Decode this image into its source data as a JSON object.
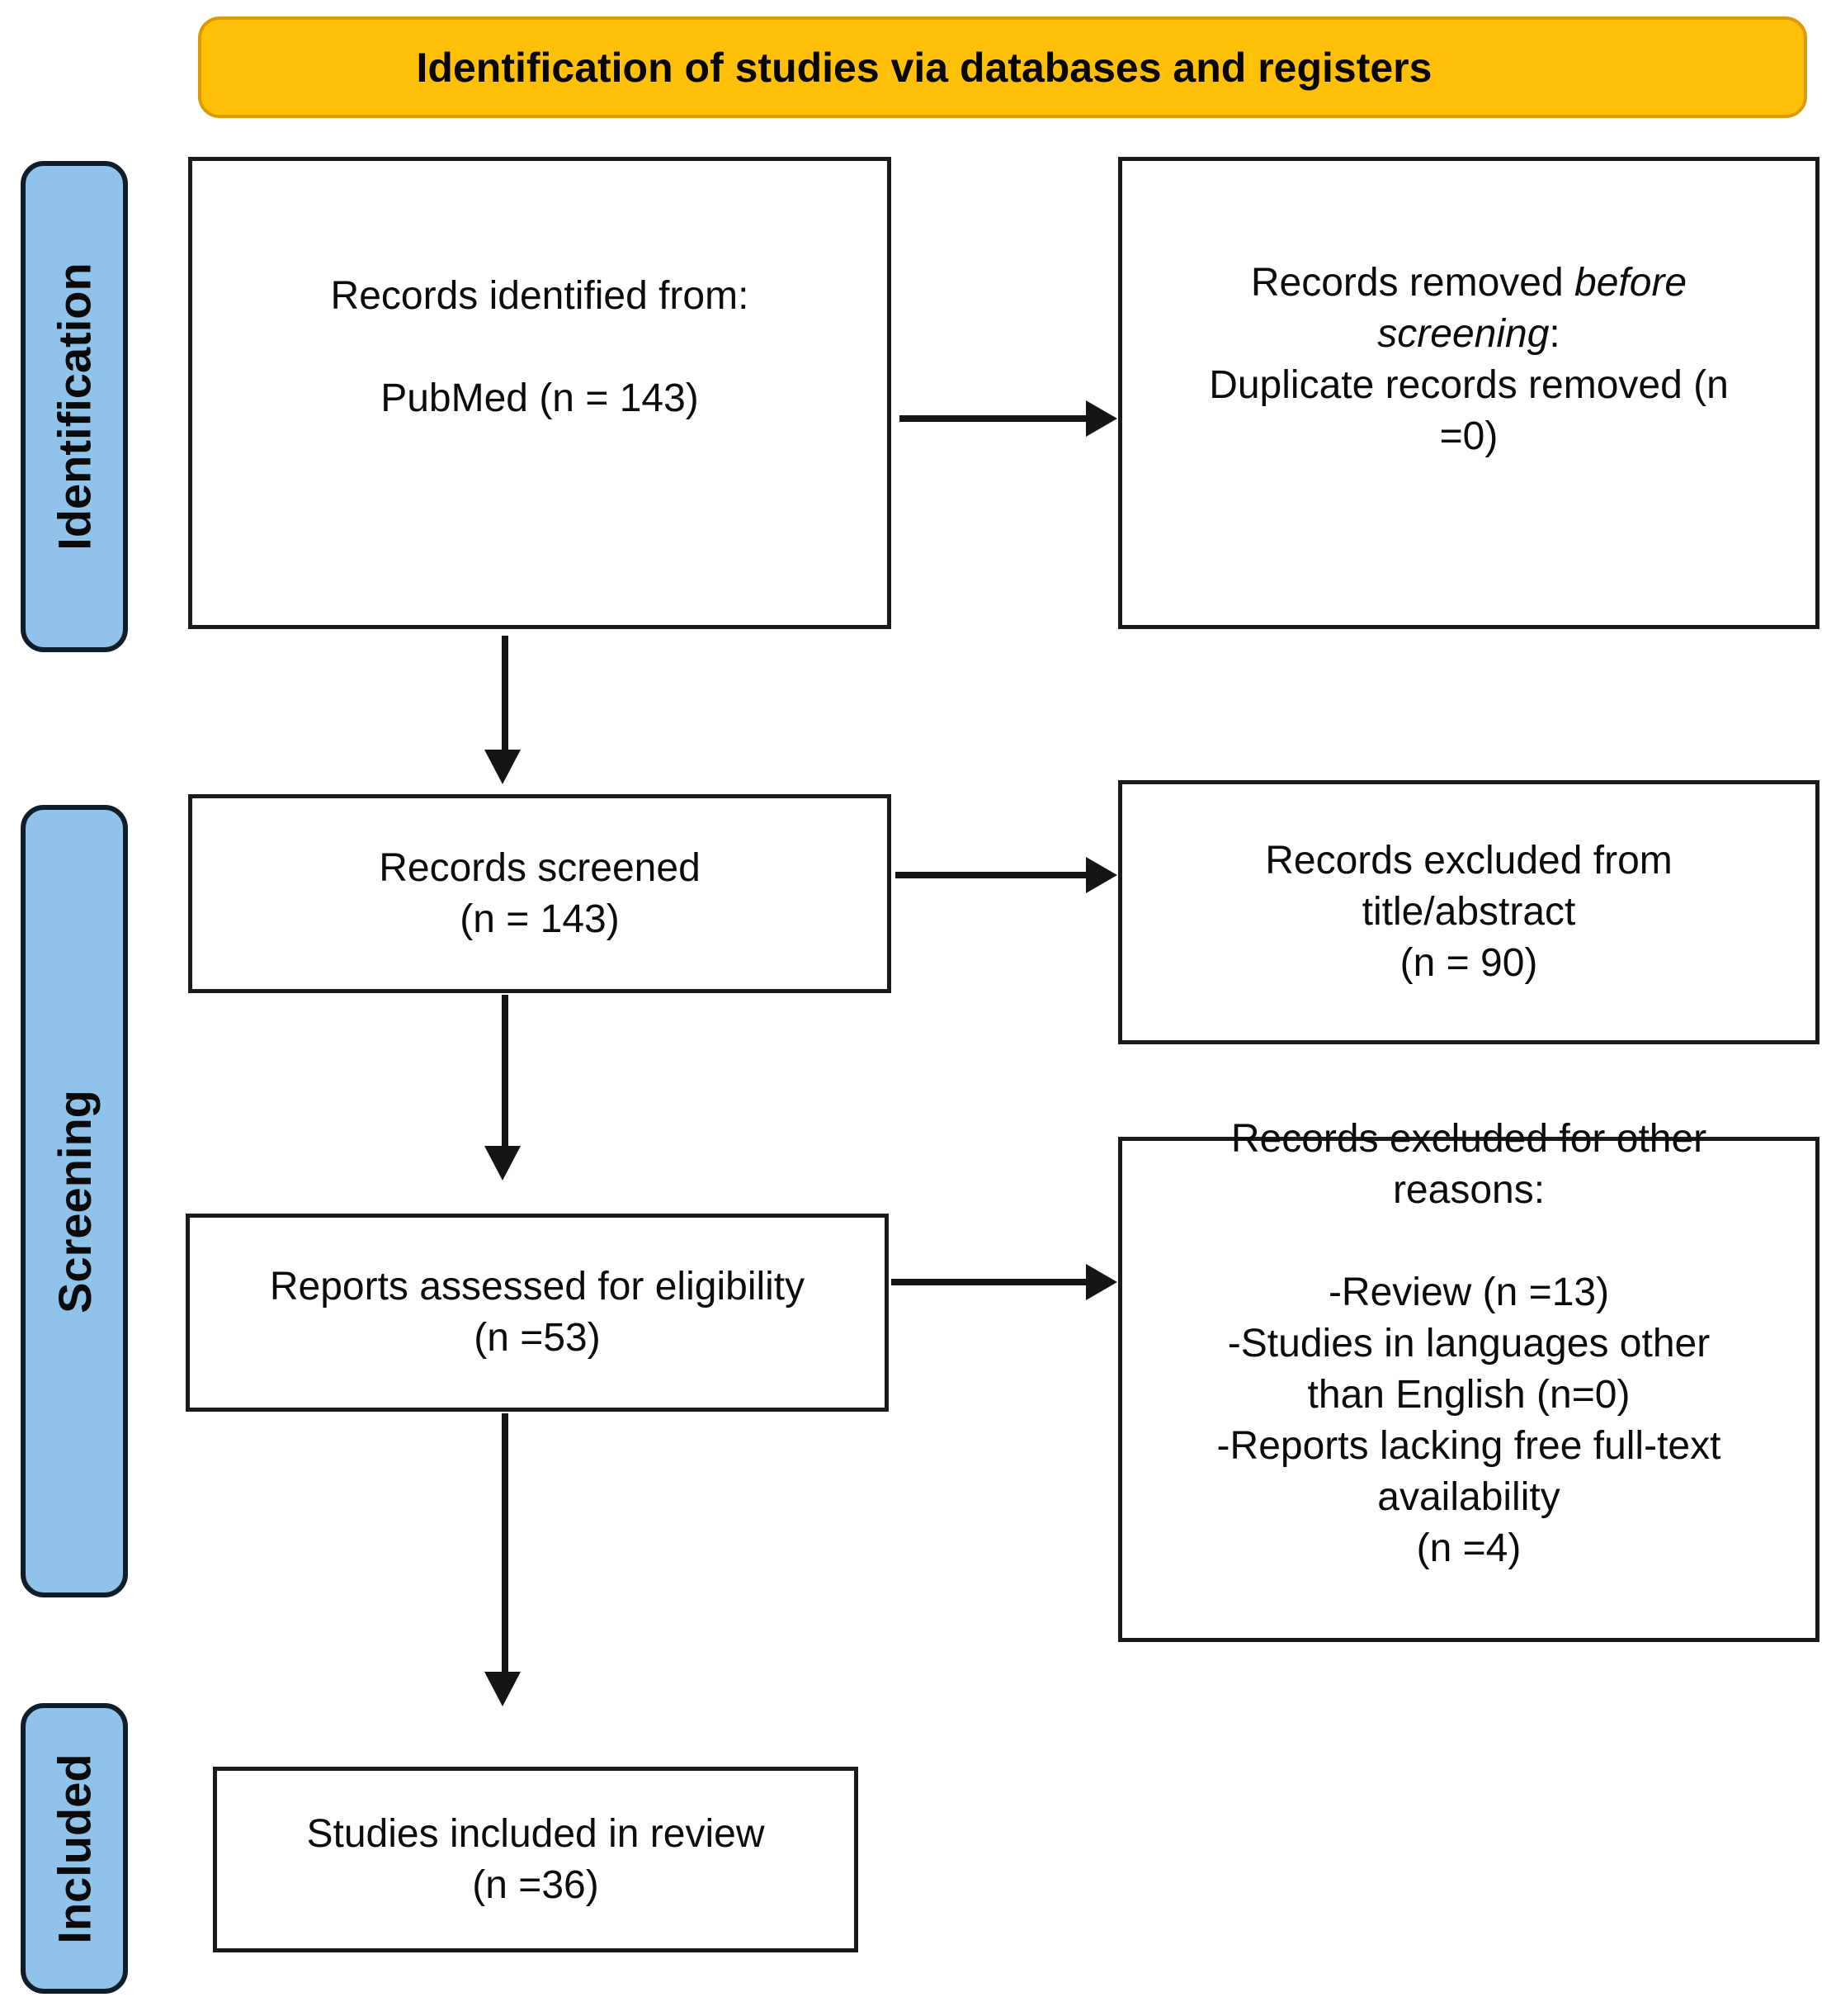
{
  "diagram": {
    "title": "Identification of studies via databases and registers",
    "stages": [
      {
        "label": "Identification"
      },
      {
        "label": "Screening"
      },
      {
        "label": "Included"
      }
    ],
    "boxes": {
      "identified": {
        "lines": [
          "Records identified from:",
          "PubMed (n = 143)"
        ]
      },
      "removed_before_screening": {
        "l1_regular": "Records removed ",
        "l1_italic": "before",
        "l2_italic": "screening",
        "l2_suffix": ":",
        "l3": "Duplicate records removed (n",
        "l4": "=0)"
      },
      "screened": {
        "lines": [
          "Records screened",
          "(n = 143)"
        ]
      },
      "excluded_title_abstract": {
        "lines": [
          "Records excluded from",
          "title/abstract",
          "(n = 90)"
        ]
      },
      "assessed": {
        "lines": [
          "Reports assessed for eligibility",
          "(n =53)"
        ]
      },
      "excluded_other": {
        "heading_lines": [
          "Records excluded for other",
          "reasons:"
        ],
        "item_lines": [
          "-Review (n =13)",
          "-Studies in languages other",
          "than English (n=0)",
          "-Reports lacking free full-text",
          "availability",
          "(n =4)"
        ]
      },
      "included_in_review": {
        "lines": [
          "Studies included in review",
          "(n =36)"
        ]
      }
    },
    "colors": {
      "title_bg": "#FFC007",
      "title_border": "#DE9A06",
      "stage_bg": "#8FC3EA",
      "stage_border": "#101E2B",
      "box_bg": "#FFFFFF",
      "box_border": "#1B1B1B",
      "arrow": "#151515"
    }
  }
}
